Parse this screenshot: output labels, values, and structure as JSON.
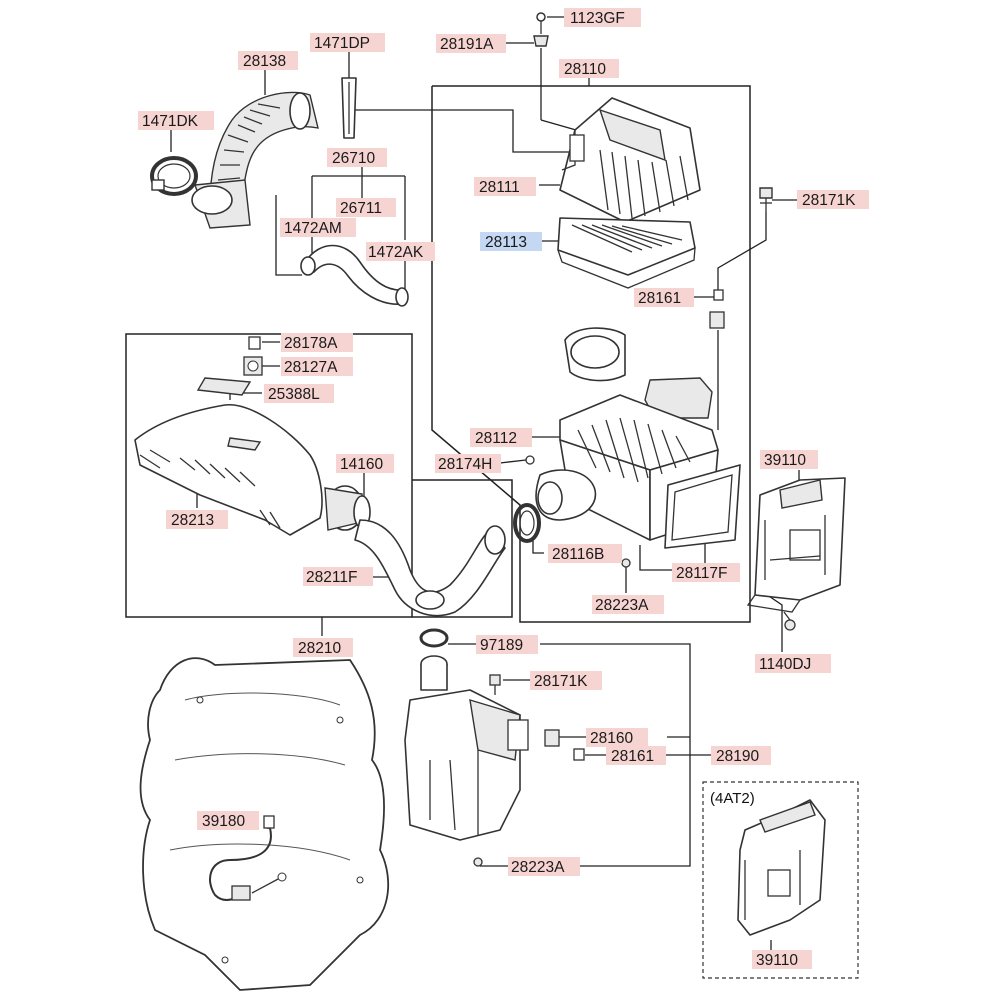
{
  "colors": {
    "tag": "#f6d4d2",
    "tag_highlight": "#c4d7f3",
    "line": "#222222"
  },
  "labels": {
    "p1123GF": "1123GF",
    "p28191A": "28191A",
    "p28110": "28110",
    "p28138": "28138",
    "p1471DP": "1471DP",
    "p1471DK": "1471DK",
    "p26710": "26710",
    "p26711": "26711",
    "p1472AM": "1472AM",
    "p1472AK": "1472AK",
    "p28111": "28111",
    "p28113": "28113",
    "p28171K_a": "28171K",
    "p28161_a": "28161",
    "p28178A": "28178A",
    "p28127A": "28127A",
    "p25388L": "25388L",
    "p28112": "28112",
    "p28174H": "28174H",
    "p39110_a": "39110",
    "p14160": "14160",
    "p28213": "28213",
    "p28116B": "28116B",
    "p28117F": "28117F",
    "p28211F": "28211F",
    "p28223A_a": "28223A",
    "p28210": "28210",
    "p1140DJ": "1140DJ",
    "p97189": "97189",
    "p28171K_b": "28171K",
    "p28160": "28160",
    "p28161_b": "28161",
    "p28190": "28190",
    "p39180": "39180",
    "p28223A_b": "28223A",
    "p39110_b": "39110"
  },
  "variant_note": "(4AT2)"
}
